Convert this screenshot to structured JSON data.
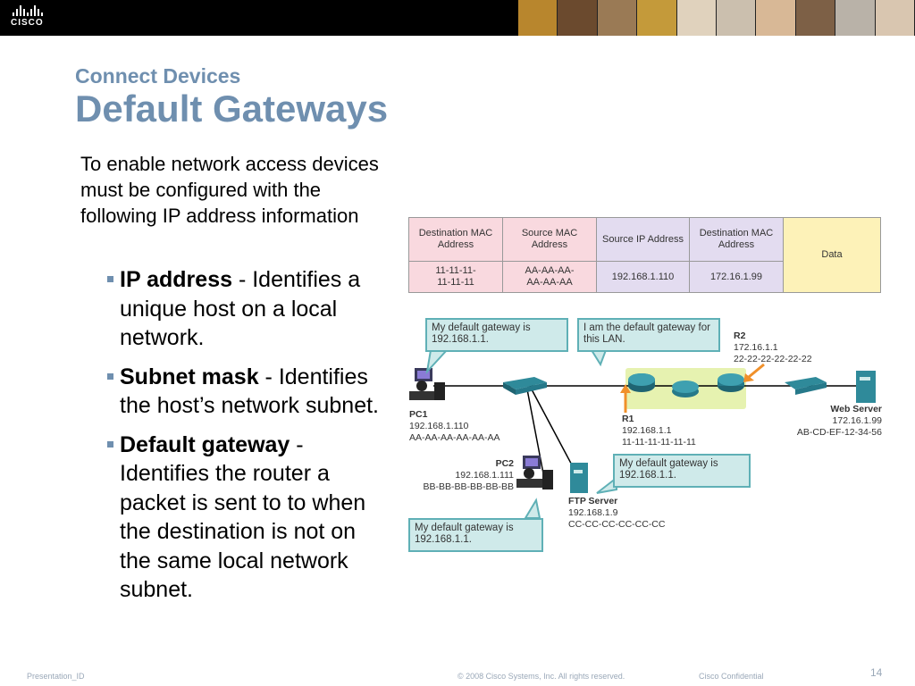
{
  "header": {
    "logo_text": "CISCO"
  },
  "slide": {
    "subtitle": "Connect Devices",
    "title": "Default Gateways",
    "intro": "To enable network access devices must be configured with the following IP address information",
    "bullets": [
      {
        "term": "IP address",
        "desc": " - Identifies a unique host on a local network."
      },
      {
        "term": "Subnet mask",
        "desc": " - Identifies the host’s network subnet."
      },
      {
        "term": "Default gateway",
        "desc": " - Identifies the router a packet is sent to to when the destination is not on the same local network subnet."
      }
    ]
  },
  "frame": {
    "headers": [
      "Destination MAC Address",
      "Source MAC Address",
      "Source IP Address",
      "Destination MAC Address",
      "Data"
    ],
    "values": [
      "11-11-11-11-11-11",
      "AA-AA-AA-AA-AA-AA",
      "192.168.1.110",
      "172.16.1.99"
    ]
  },
  "diagram": {
    "callout_pc1": "My default gateway is 192.168.1.1.",
    "callout_r1": "I am the default gateway for this LAN.",
    "callout_ftp": "My default gateway is 192.168.1.1.",
    "callout_pc2": "My default gateway is 192.168.1.1.",
    "pc1": {
      "name": "PC1",
      "ip": "192.168.1.110",
      "mac": "AA-AA-AA-AA-AA-AA"
    },
    "pc2": {
      "name": "PC2",
      "ip": "192.168.1.111",
      "mac": "BB-BB-BB-BB-BB-BB"
    },
    "r1": {
      "name": "R1",
      "ip": "192.168.1.1",
      "mac": "11-11-11-11-11-11"
    },
    "r2": {
      "name": "R2",
      "ip": "172.16.1.1",
      "mac": "22-22-22-22-22-22"
    },
    "ftp": {
      "name": "FTP Server",
      "ip": "192.168.1.9",
      "mac": "CC-CC-CC-CC-CC-CC"
    },
    "web": {
      "name": "Web Server",
      "ip": "172.16.1.99",
      "mac": "AB-CD-EF-12-34-56"
    }
  },
  "footer": {
    "presentation_id": "Presentation_ID",
    "copyright": "© 2008 Cisco Systems, Inc. All rights reserved.",
    "confidential": "Cisco Confidential",
    "page": "14"
  },
  "colors": {
    "title": "#6f8faf",
    "callout_fill": "#cfeaea",
    "callout_border": "#5fb0b6",
    "mac_cells": "#f9d9df",
    "ip_cells": "#e3dcf0",
    "data_cell": "#fdf2b8",
    "router_zone": "#e6f2b0"
  },
  "icons": [
    "cisco-logo",
    "pc-icon",
    "switch-icon",
    "router-icon",
    "server-icon",
    "arrow-icon"
  ]
}
